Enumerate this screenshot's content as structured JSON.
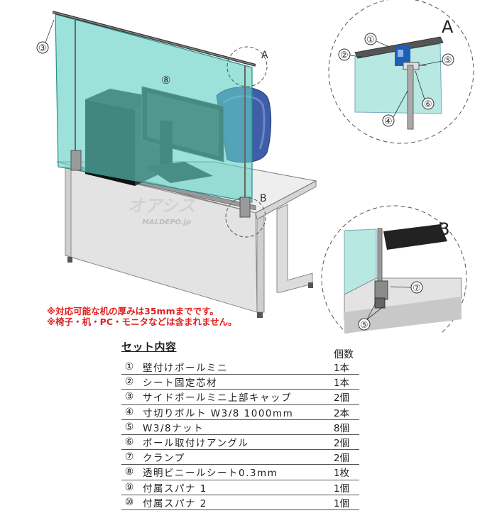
{
  "callouts": {
    "c1": "①",
    "c2": "②",
    "c3": "③",
    "c4": "④",
    "c5": "⑤",
    "c6": "⑥",
    "c7": "⑦",
    "c8": "⑧"
  },
  "detail_labels": {
    "a": "A",
    "b": "B"
  },
  "watermark": {
    "main": "オアシス",
    "sub": "MALDEPO.jp"
  },
  "notes": [
    "※対応可能な机の厚みは35mmまでです。",
    "※椅子・机・PC・モニタなどは含まれません。"
  ],
  "set": {
    "title": "セット内容",
    "qty_header": "個数",
    "items": [
      {
        "num": "①",
        "name": "壁付けポールミニ",
        "qty": "1本"
      },
      {
        "num": "②",
        "name": "シート固定芯材",
        "qty": "1本"
      },
      {
        "num": "③",
        "name": "サイドポールミニ上部キャップ",
        "qty": "2個"
      },
      {
        "num": "④",
        "name": "寸切りボルト W3/8  1000mm",
        "qty": "2本"
      },
      {
        "num": "⑤",
        "name": " W3/8ナット",
        "qty": "8個"
      },
      {
        "num": "⑥",
        "name": "ポール取付けアングル",
        "qty": "2個"
      },
      {
        "num": "⑦",
        "name": "クランプ",
        "qty": "2個"
      },
      {
        "num": "⑧",
        "name": "透明ビニールシート0.3mm",
        "qty": "1枚"
      },
      {
        "num": "⑨",
        "name": "付属スパナ 1",
        "qty": "1個"
      },
      {
        "num": "⑩",
        "name": "付属スパナ 2",
        "qty": "1個"
      }
    ]
  },
  "colors": {
    "sheet": "#5fcfc4",
    "desk": "#e6e6e6",
    "note": "#e0201e",
    "chair": "#3f5ea8"
  }
}
